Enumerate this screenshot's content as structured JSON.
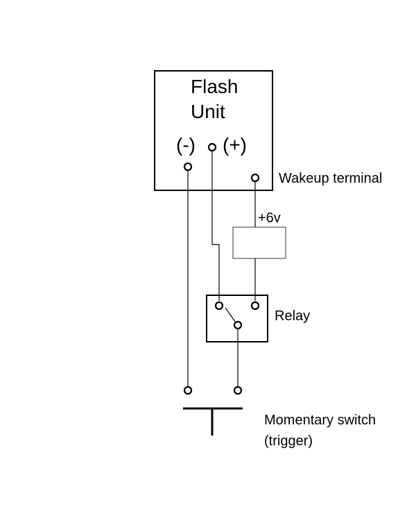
{
  "flash_unit": {
    "title_line1": "Flash",
    "title_line2": "Unit",
    "negative_label": "(-)",
    "positive_label": "(+)"
  },
  "wakeup_terminal_label": "Wakeup terminal",
  "battery_label": "+6v",
  "relay_label": "Relay",
  "switch_label_line1": "Momentary switch",
  "switch_label_line2": "(trigger)"
}
